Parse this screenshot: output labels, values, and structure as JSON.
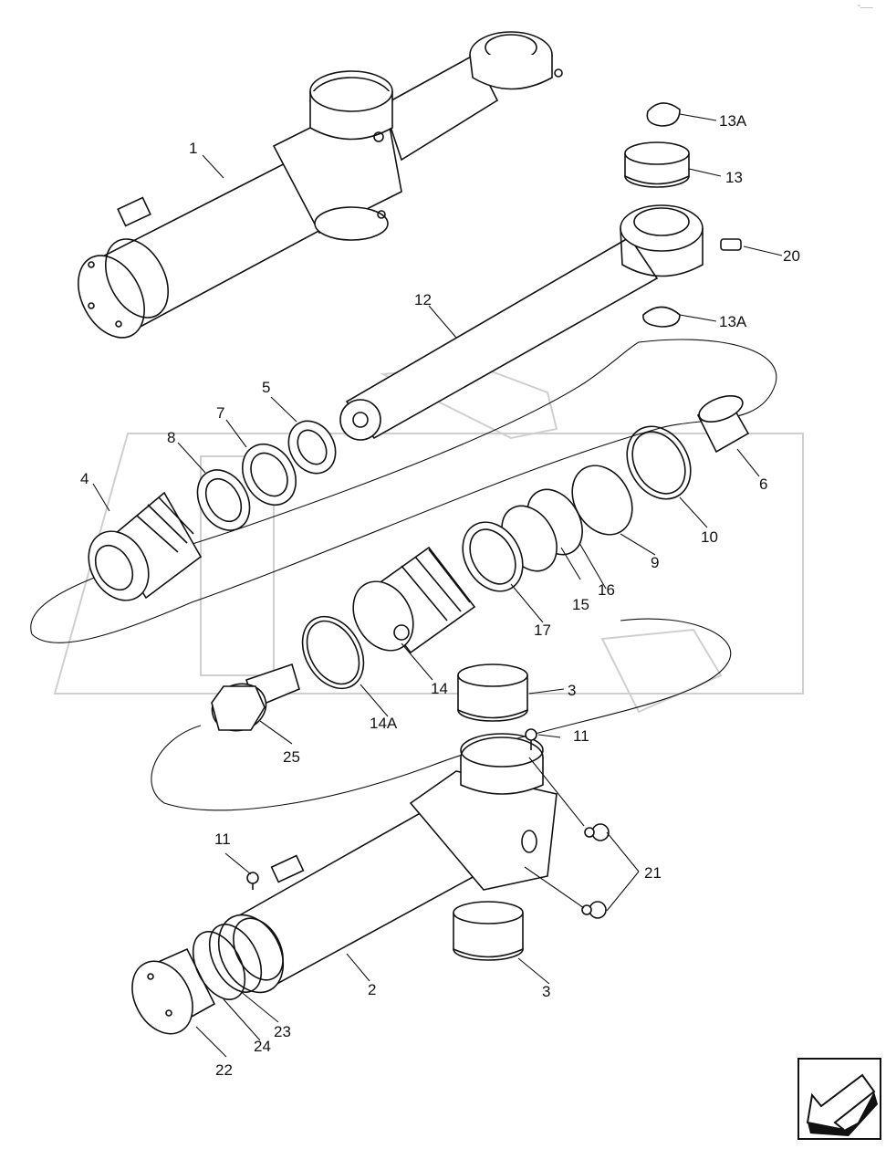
{
  "labels": {
    "l1": "1",
    "l2": "2",
    "l3a": "3",
    "l3b": "3",
    "l4": "4",
    "l5": "5",
    "l6": "6",
    "l7": "7",
    "l8": "8",
    "l9": "9",
    "l10": "10",
    "l11a": "11",
    "l11b": "11",
    "l12": "12",
    "l13": "13",
    "l13a_top": "13A",
    "l13a_bot": "13A",
    "l14": "14",
    "l14a": "14A",
    "l15": "15",
    "l16": "16",
    "l17": "17",
    "l20": "20",
    "l21": "21",
    "l22": "22",
    "l23": "23",
    "l24": "24",
    "l25": "25"
  },
  "corner_mark": "°——",
  "nav_icon": "arrow-nav-icon"
}
